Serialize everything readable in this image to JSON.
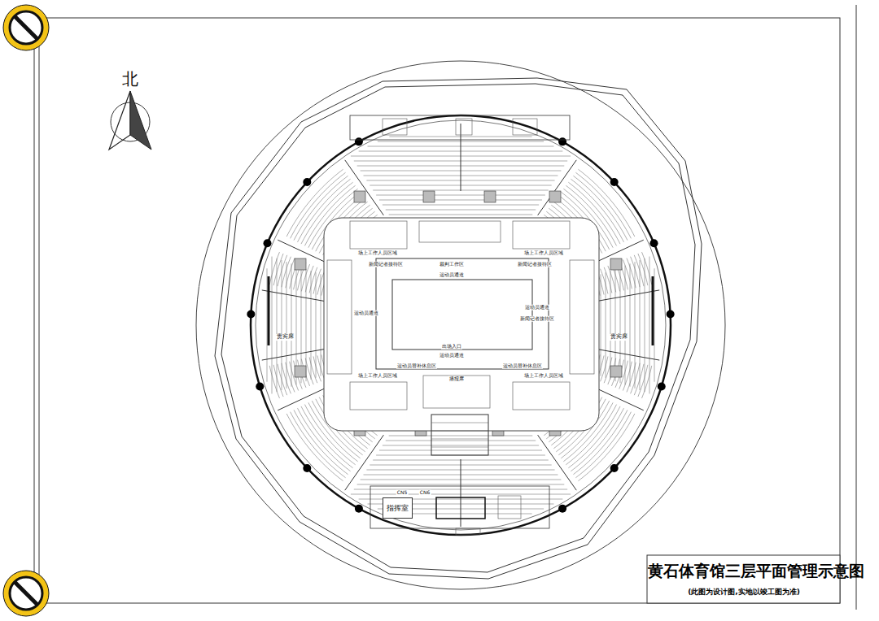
{
  "diagram": {
    "title": "黄石体育馆三层平面管理示意图",
    "caption": "(此图为设计图,实地以竣工图为准)",
    "nodes": [
      {
        "text": [
          "指挥室"
        ]
      }
    ],
    "labels": [
      "北",
      "场上工作人员区域",
      "场上工作人员区域",
      "新闻记者接待区",
      "裁判工作区",
      "新闻记者接待区",
      "运动员通道",
      "运动员通道",
      "运动员通道",
      "新闻记者接待区",
      "出场入口",
      "运动员通道",
      "运动员替补休息区",
      "运动员替补休息区",
      "场上工作人员区域",
      "场上工作人员区域",
      "播报席",
      "贵宾席",
      "贵宾席",
      "CN5",
      "CN6"
    ]
  }
}
